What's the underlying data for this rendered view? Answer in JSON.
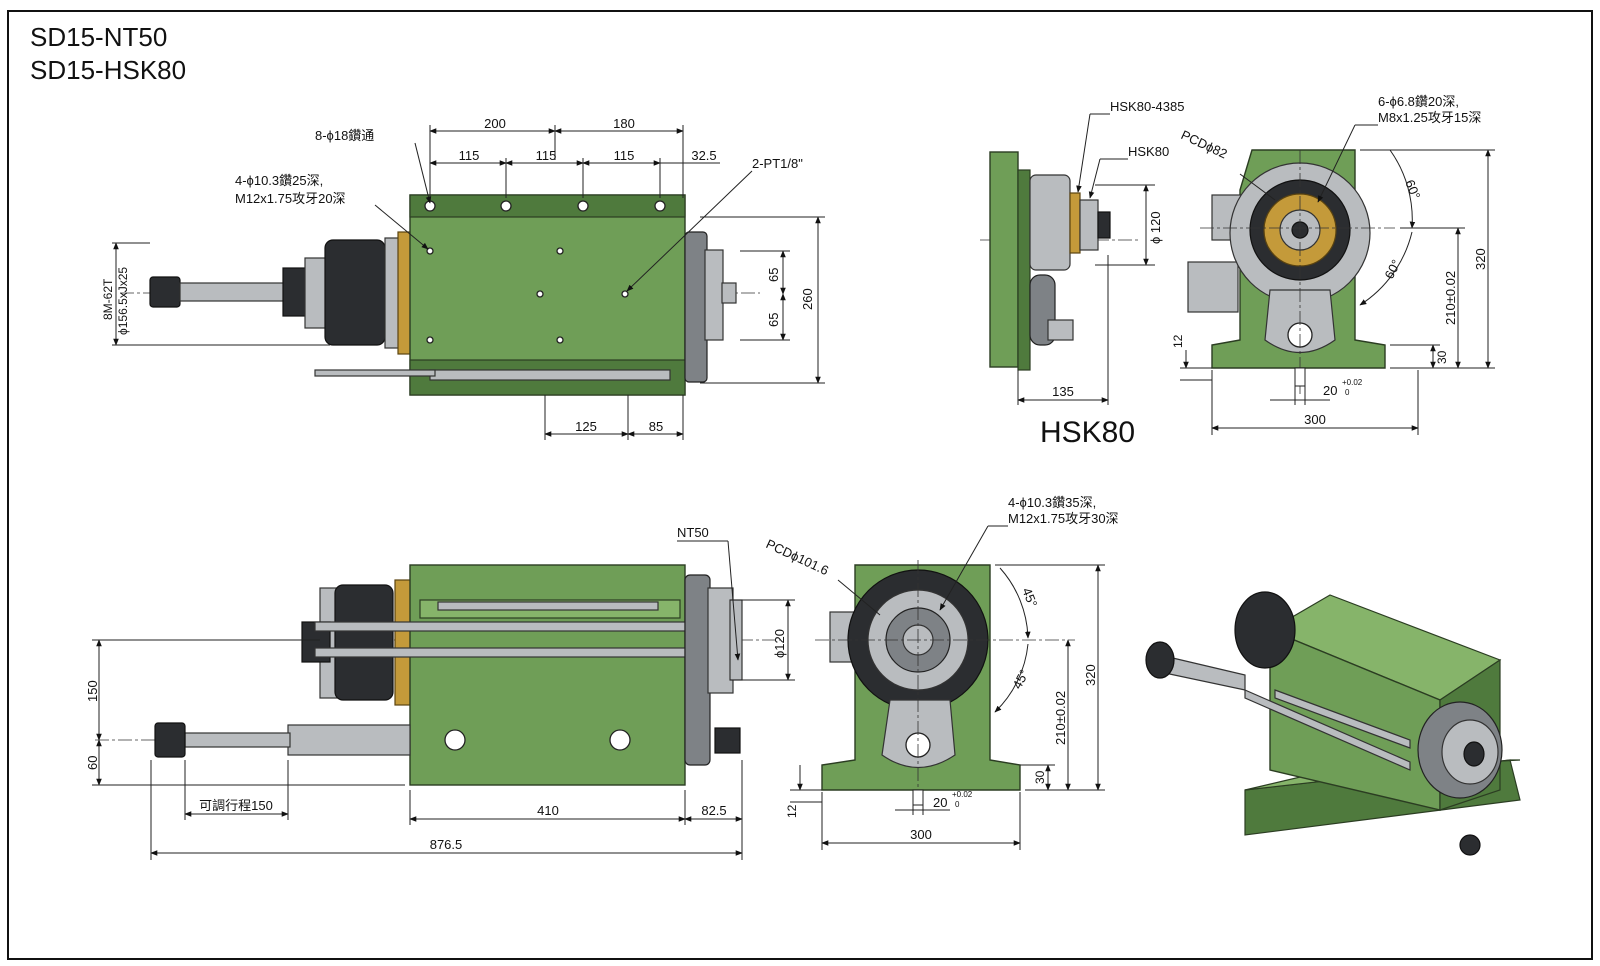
{
  "titles": {
    "line1": "SD15-NT50",
    "line2": "SD15-HSK80"
  },
  "top_side": {
    "dims": {
      "d200": "200",
      "d180": "180",
      "d115a": "115",
      "d115b": "115",
      "d115c": "115",
      "d32_5": "32.5",
      "d260": "260",
      "d65a": "65",
      "d65b": "65",
      "d125": "125",
      "d85": "85"
    },
    "callouts": {
      "holes_thru": "8-ϕ18鑽通",
      "tap1_l1": "4-ϕ10.3鑽25深,",
      "tap1_l2": "M12x1.75攻牙20深",
      "pt": "2-PT1/8\"",
      "spline": "8M-62T",
      "spline2": "ϕ156.5xJx25"
    }
  },
  "hsk_side": {
    "labels": {
      "spec": "HSK80-4385",
      "name": "HSK80",
      "dia": "ϕ 120",
      "len": "135",
      "big": "HSK80"
    }
  },
  "hsk_front": {
    "labels": {
      "pcd": "PCDϕ82",
      "holes_l1": "6-ϕ6.8鑽20深,",
      "holes_l2": "M8x1.25攻牙15深",
      "a60a": "60°",
      "a60b": "60°",
      "h320": "320",
      "h210": "210±0.02",
      "d12": "12",
      "d30": "30",
      "w20": "20",
      "tol_up": "+0.02",
      "tol_dn": "0",
      "w300": "300"
    }
  },
  "bottom_side": {
    "labels": {
      "nt50": "NT50",
      "dia": "ϕ120",
      "h150": "150",
      "h60": "60",
      "stroke": "可調行程150",
      "d410": "410",
      "d82_5": "82.5",
      "d876_5": "876.5"
    }
  },
  "nt_front": {
    "labels": {
      "pcd": "PCDϕ101.6",
      "holes_l1": "4-ϕ10.3鑽35深,",
      "holes_l2": "M12x1.75攻牙30深",
      "a45a": "45°",
      "a45b": "45°",
      "h320": "320",
      "h210": "210±0.02",
      "d12": "12",
      "d30": "30",
      "w20": "20",
      "tol_up": "+0.02",
      "tol_dn": "0",
      "w300": "300"
    }
  },
  "colors": {
    "body": "#6f9e57",
    "brass": "#c49a3a",
    "metal": "#b9bcbf"
  }
}
